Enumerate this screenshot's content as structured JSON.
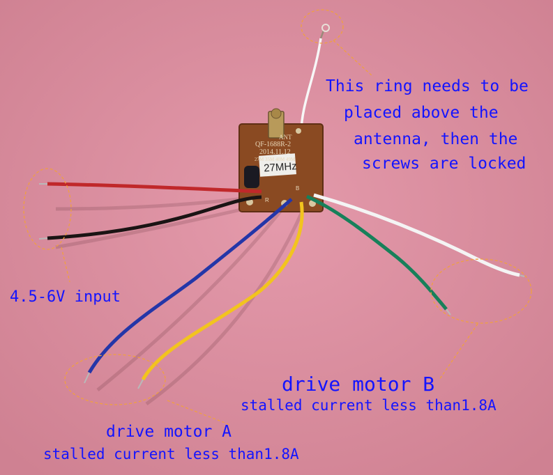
{
  "annotations": {
    "ring_note": {
      "lines": [
        "This ring needs to be",
        "placed above the",
        "antenna, then the",
        "screws are locked"
      ]
    },
    "power": {
      "text": "4.5-6V input"
    },
    "motor_b": {
      "title": "drive motor B",
      "detail": "stalled current less than1.8A"
    },
    "motor_a": {
      "title": "drive motor A",
      "detail": "stalled current less than1.8A"
    }
  },
  "board": {
    "ant_label": "ANT",
    "model": "QF-1688R-2",
    "date": "2014.11.12",
    "freq_options": "27M 35M 40M 49M",
    "crystal": "27MHz",
    "pad_b": "B",
    "pad_r": "R"
  },
  "colors": {
    "background": "#d98c9c",
    "annotation_text": "#1414ff",
    "annotation_lines": "#f0a040",
    "pcb": "#8a4a22",
    "wire_red": "#c0282a",
    "wire_black": "#1a1414",
    "wire_white": "#f4f4f4",
    "wire_green": "#17805a",
    "wire_yellow": "#f2c41e",
    "wire_blue": "#2436a8"
  }
}
